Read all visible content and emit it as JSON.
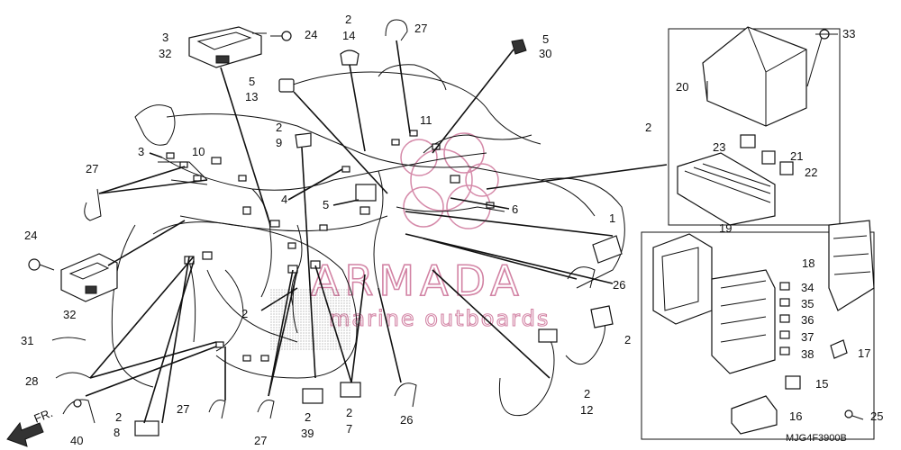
{
  "diagram_code": "MJG4F3900B",
  "direction_label": "FR.",
  "watermark": {
    "brand": "ARMADA",
    "tagline": "marine outboards"
  },
  "labels": {
    "l2_14_a": "2",
    "l2_14_b": "14",
    "l27_top": "27",
    "l3_32_a": "3",
    "l3_32_b": "32",
    "l24_top": "24",
    "l5_13_a": "5",
    "l5_13_b": "13",
    "l5_30_a": "5",
    "l5_30_b": "30",
    "l33": "33",
    "l20": "20",
    "l2_box": "2",
    "l11": "11",
    "l2_9_a": "2",
    "l2_9_b": "9",
    "l3_left": "3",
    "l10": "10",
    "l27_left": "27",
    "l4": "4",
    "l23": "23",
    "l21": "21",
    "l22": "22",
    "l5_mid": "5",
    "l6": "6",
    "l1": "1",
    "l24_left": "24",
    "l32_left": "32",
    "l19": "19",
    "l18": "18",
    "l26_right": "26",
    "l34": "34",
    "l35": "35",
    "l36": "36",
    "l37": "37",
    "l38": "38",
    "l17": "17",
    "l15": "15",
    "l2_right": "2",
    "l2_mid": "2",
    "l31": "31",
    "l28": "28",
    "l2_12_a": "2",
    "l2_12_b": "12",
    "l16": "16",
    "l25": "25",
    "l27_bottom_a": "27",
    "l2_8_a": "2",
    "l2_8_b": "8",
    "l40": "40",
    "l27_bottom_b": "27",
    "l2_39_a": "2",
    "l2_39_b": "39",
    "l2_7_a": "2",
    "l2_7_b": "7",
    "l26_bottom": "26"
  }
}
